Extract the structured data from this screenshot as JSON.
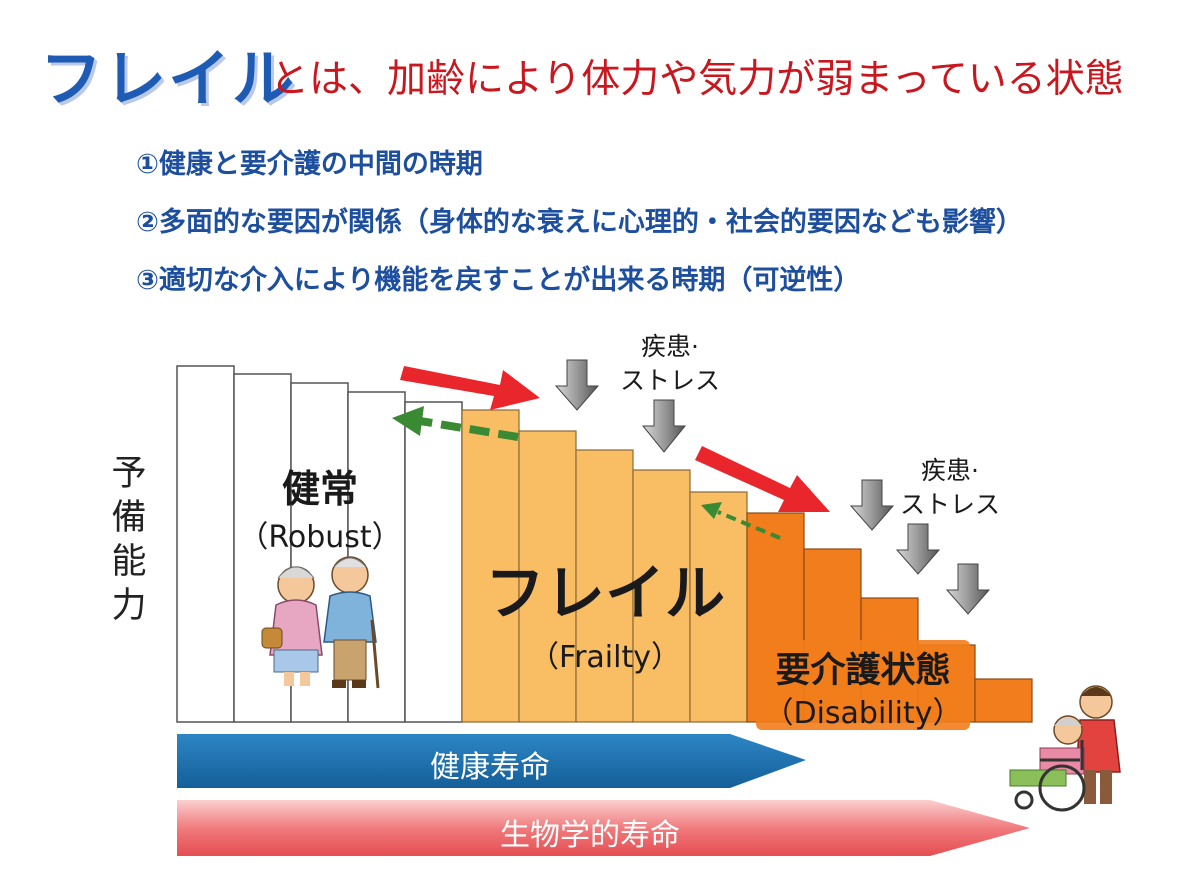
{
  "header": {
    "title": "フレイル",
    "subtitle": "とは、加齢により体力や気力が弱まっている状態"
  },
  "points": [
    "①健康と要介護の中間の時期",
    "②多面的な要因が関係（身体的な衰えに心理的・社会的要因なども影響）",
    "③適切な介入により機能を戻すことが出来る時期（可逆性）"
  ],
  "axis": {
    "label_chars": [
      "予",
      "備",
      "能",
      "力"
    ]
  },
  "stages": {
    "robust": {
      "name": "健常",
      "en": "（Robust）"
    },
    "frailty": {
      "name": "フレイル",
      "en": "（Frailty）"
    },
    "disability": {
      "name": "要介護状態",
      "en": "（Disability）"
    }
  },
  "stress": {
    "line1": "疾患·",
    "line2": "ストレス"
  },
  "lifespan": {
    "healthy": "健康寿命",
    "biological": "生物学的寿命"
  },
  "colors": {
    "title_blue": "#1d5bb5",
    "subtitle_red": "#c8171e",
    "frailty_orange": "#f9bd63",
    "disability_orange": "#f27d1c",
    "healthy_bar": "#1a74b4",
    "biological_bar": "#ea5a5d",
    "decline_arrow": "#e8262b",
    "recovery_arrow": "#3a8a34"
  }
}
